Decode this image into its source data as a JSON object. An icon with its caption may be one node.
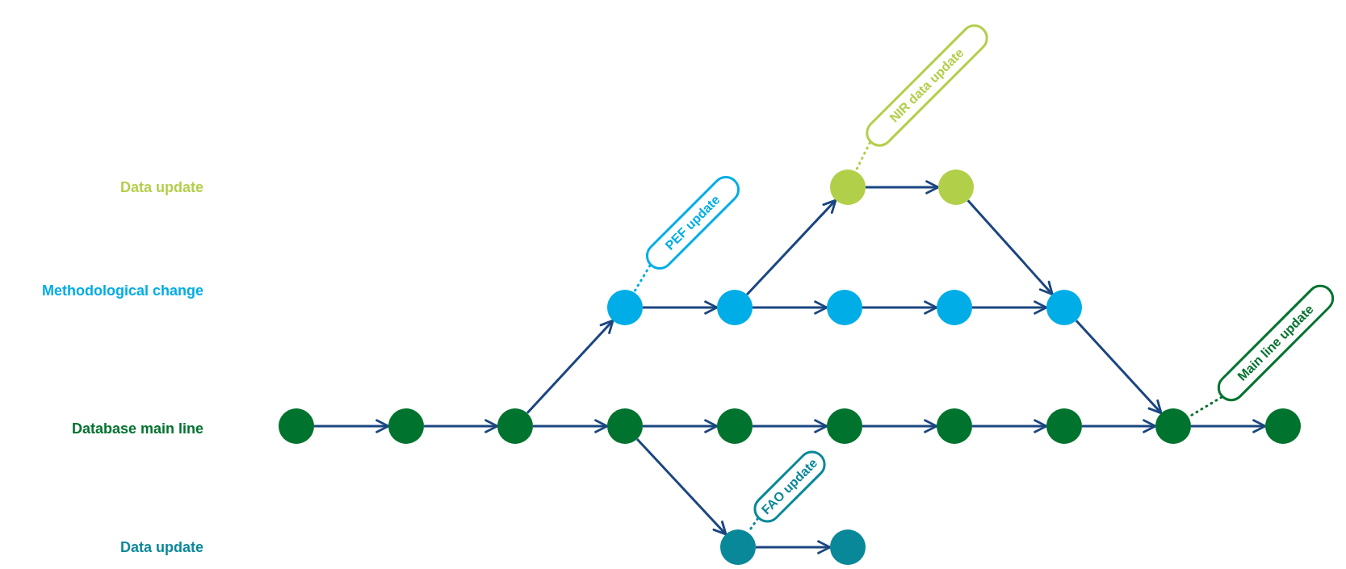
{
  "diagram": {
    "nodes": [
      {
        "text": [
          "NIR data update"
        ]
      },
      {
        "text": [],
        "shape": "circle"
      },
      {
        "text": [],
        "shape": "circle"
      },
      {
        "text": [
          "PEF update"
        ]
      },
      {
        "text": [],
        "shape": "circle"
      },
      {
        "text": [],
        "shape": "circle"
      },
      {
        "text": [],
        "shape": "circle"
      },
      {
        "text": [],
        "shape": "circle"
      },
      {
        "text": [],
        "shape": "circle"
      },
      {
        "text": [
          "Main line update"
        ]
      },
      {
        "text": [],
        "shape": "circle"
      },
      {
        "text": [],
        "shape": "circle"
      },
      {
        "text": [],
        "shape": "circle"
      },
      {
        "text": [],
        "shape": "circle"
      },
      {
        "text": [],
        "shape": "circle"
      },
      {
        "text": [],
        "shape": "circle"
      },
      {
        "text": [],
        "shape": "circle"
      },
      {
        "text": [],
        "shape": "circle"
      },
      {
        "text": [],
        "shape": "circle"
      },
      {
        "text": [],
        "shape": "circle"
      },
      {
        "text": [
          "FAO update"
        ]
      },
      {
        "text": [],
        "shape": "circle"
      },
      {
        "text": [],
        "shape": "circle"
      }
    ],
    "edges": [
      {
        "from": 10,
        "to": 11,
        "arrow": "to"
      },
      {
        "from": 11,
        "to": 12,
        "arrow": "to"
      },
      {
        "from": 12,
        "to": 13,
        "arrow": "to"
      },
      {
        "from": 13,
        "to": 14,
        "arrow": "to"
      },
      {
        "from": 14,
        "to": 15,
        "arrow": "to"
      },
      {
        "from": 15,
        "to": 16,
        "arrow": "to"
      },
      {
        "from": 16,
        "to": 17,
        "arrow": "to"
      },
      {
        "from": 17,
        "to": 18,
        "arrow": "to"
      },
      {
        "from": 18,
        "to": 19,
        "arrow": "to"
      },
      {
        "from": 12,
        "to": 4,
        "arrow": "to"
      },
      {
        "from": 4,
        "to": 5,
        "arrow": "to"
      },
      {
        "from": 5,
        "to": 6,
        "arrow": "to"
      },
      {
        "from": 6,
        "to": 7,
        "arrow": "to"
      },
      {
        "from": 7,
        "to": 8,
        "arrow": "to"
      },
      {
        "from": 5,
        "to": 1,
        "arrow": "to"
      },
      {
        "from": 1,
        "to": 2,
        "arrow": "to"
      },
      {
        "from": 2,
        "to": 8,
        "arrow": "to"
      },
      {
        "from": 8,
        "to": 18,
        "arrow": "to"
      },
      {
        "from": 13,
        "to": 21,
        "arrow": "to"
      },
      {
        "from": 21,
        "to": 22,
        "arrow": "to"
      },
      {
        "from": 0,
        "to": 1,
        "arrow": "none",
        "style": "dashed",
        "color": "#b2cf4a"
      },
      {
        "from": 3,
        "to": 4,
        "arrow": "none",
        "style": "dashed",
        "color": "#00ade6"
      },
      {
        "from": 9,
        "to": 18,
        "arrow": "none",
        "style": "dashed",
        "color": "#00732e"
      },
      {
        "from": 20,
        "to": 21,
        "arrow": "none",
        "style": "dashed",
        "color": "#088899"
      }
    ],
    "labels": [
      "Data update",
      "Methodological change",
      "Database main line",
      "Data update"
    ]
  }
}
